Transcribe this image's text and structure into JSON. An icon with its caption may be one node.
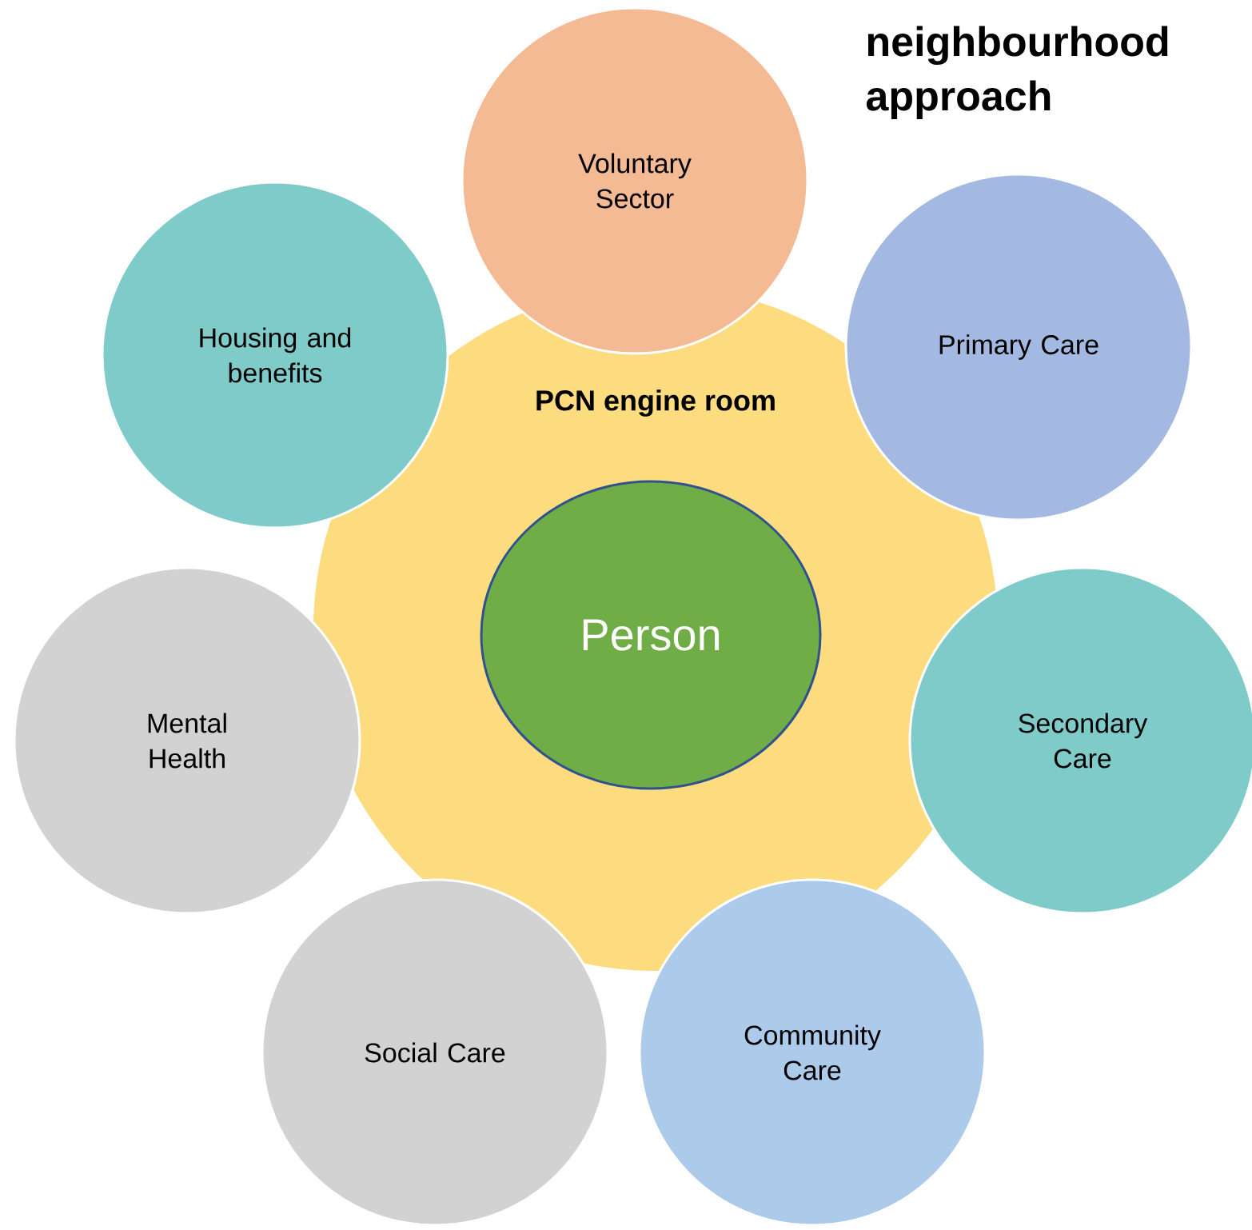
{
  "diagram": {
    "title": "neighbourhood approach",
    "nodes": [
      {
        "text": [
          "PCN engine room"
        ]
      },
      {
        "text": [
          "Person"
        ],
        "in": 0
      },
      {
        "text": [
          "Voluntary Sector"
        ]
      },
      {
        "text": [
          "Housing and benefits"
        ]
      },
      {
        "text": [
          "Primary Care"
        ]
      },
      {
        "text": [
          "Mental Health"
        ]
      },
      {
        "text": [
          "Secondary Care"
        ]
      },
      {
        "text": [
          "Social Care"
        ]
      },
      {
        "text": [
          "Community Care"
        ]
      }
    ]
  }
}
